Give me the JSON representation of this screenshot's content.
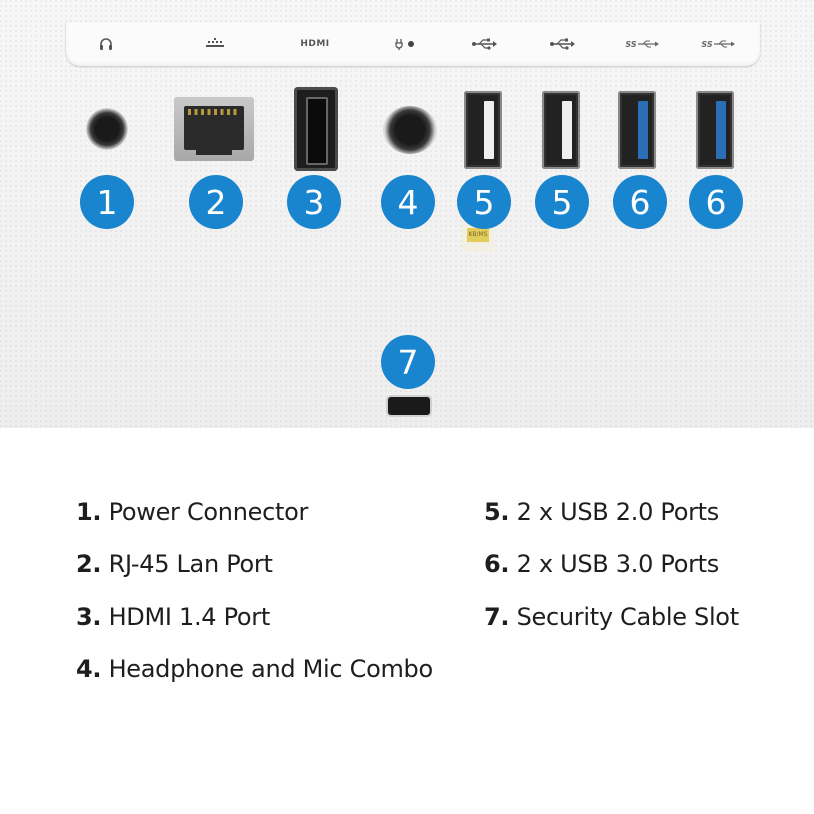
{
  "port_icons": {
    "hdmi_label": "HDMI",
    "usb3_a_label": "SS",
    "usb3_b_label": "SS",
    "sticker_text": "KB/MS"
  },
  "badges": [
    "1",
    "2",
    "3",
    "4",
    "5",
    "5",
    "6",
    "6",
    "7"
  ],
  "legend": [
    {
      "num": "1.",
      "text": "Power Connector"
    },
    {
      "num": "2.",
      "text": "RJ-45 Lan Port"
    },
    {
      "num": "3.",
      "text": "HDMI 1.4 Port"
    },
    {
      "num": "4.",
      "text": "Headphone and Mic Combo"
    },
    {
      "num": "5.",
      "text": "2 x USB 2.0 Ports"
    },
    {
      "num": "6.",
      "text": "2 x USB 3.0 Ports"
    },
    {
      "num": "7.",
      "text": "Security Cable Slot"
    }
  ],
  "colors": {
    "badge": "#1a85cf",
    "usb3_tongue": "#2a6fb6",
    "panel": "#f4f4f4"
  }
}
